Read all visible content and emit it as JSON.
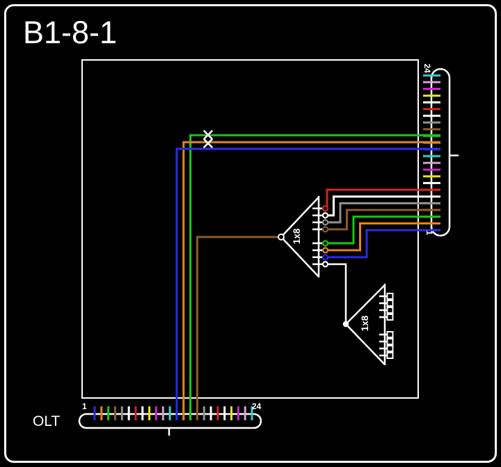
{
  "title": "B1-8-1",
  "colors": {
    "blue": "#2a2ae6",
    "orange": "#e8821e",
    "green": "#16c816",
    "brown": "#8a5a2a",
    "slate": "#909090",
    "white": "#ffffff",
    "red": "#d42020",
    "black": "#ffffff",
    "yellow": "#e8e818",
    "violet": "#cc22cc",
    "rose": "#d49fd4",
    "aqua": "#30cfcf",
    "frame": "#ffffff",
    "background": "#000000"
  },
  "fiber_color_sequence": [
    "blue",
    "orange",
    "green",
    "brown",
    "slate",
    "white",
    "red",
    "black",
    "yellow",
    "violet",
    "rose",
    "aqua"
  ],
  "olt": {
    "label": "OLT",
    "first_label": "1",
    "last_label": "24",
    "port_count": 24,
    "uplink_ports": [
      {
        "port": 13,
        "color": "blue"
      },
      {
        "port": 14,
        "color": "orange"
      },
      {
        "port": 15,
        "color": "green"
      },
      {
        "port": 16,
        "color": "brown"
      }
    ]
  },
  "terminal": {
    "top_label": "24",
    "bottom_label": "1",
    "port_count": 24,
    "fed_ports_top": [
      {
        "port": 15,
        "color": "green"
      },
      {
        "port": 14,
        "color": "orange"
      },
      {
        "port": 13,
        "color": "blue"
      }
    ],
    "fed_ports_bottom": [
      {
        "port": 7,
        "color": "red"
      },
      {
        "port": 6,
        "color": "white"
      },
      {
        "port": 5,
        "color": "slate"
      },
      {
        "port": 4,
        "color": "brown"
      },
      {
        "port": 3,
        "color": "green"
      },
      {
        "port": 2,
        "color": "orange"
      },
      {
        "port": 1,
        "color": "blue"
      }
    ]
  },
  "splice_marks": [
    {
      "symbol": "X",
      "on_color": "green"
    },
    {
      "symbol": "X",
      "on_color": "orange"
    }
  ],
  "splitters": [
    {
      "label": "1x8",
      "input_color": "brown",
      "output_colors": [
        "red",
        "white",
        "slate",
        "brown",
        "green",
        "orange",
        "blue",
        "black"
      ],
      "output_count": 8
    },
    {
      "label": "1x8",
      "input_color": "black",
      "output_count": 8,
      "outputs_terminated": false
    }
  ]
}
